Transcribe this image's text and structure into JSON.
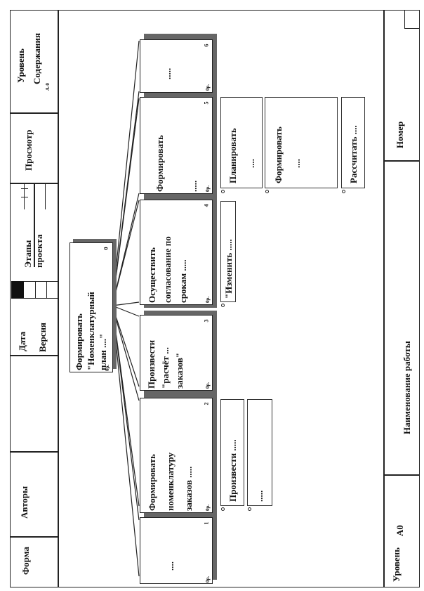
{
  "header": {
    "forma": "Форма",
    "avtory": "Авторы",
    "data": "Дата",
    "versiya": "Версия",
    "etapy": "Этапы проекта",
    "prosmotr": "Просмотр",
    "uroven": "Уровень",
    "soderzhaniya": "Содержания",
    "level_code": "А-0"
  },
  "footer": {
    "uroven": "Уровень",
    "level": "А0",
    "naimenovanie": "Наименование работы",
    "nomer": "Номер"
  },
  "root": {
    "lines": [
      "Формировать",
      "\"Номенклатурный",
      "план ....\""
    ],
    "num": "0",
    "tag": "0р."
  },
  "nodes": [
    {
      "lines": [
        "...."
      ],
      "num": "1",
      "tag": "0р."
    },
    {
      "lines": [
        "Формировать",
        "номенклатуру",
        "заказов ....."
      ],
      "num": "2",
      "tag": "0р."
    },
    {
      "lines": [
        "Произвести",
        "\"расчёт ...",
        "заказов\""
      ],
      "num": "3",
      "tag": "0р."
    },
    {
      "lines": [
        "Осуществить",
        "согласование по",
        "срокам ....."
      ],
      "num": "4",
      "tag": "0р."
    },
    {
      "lines": [
        "Формировать",
        "",
        "....."
      ],
      "num": "5",
      "tag": "0р."
    },
    {
      "lines": [
        "....."
      ],
      "num": "6",
      "tag": "0р."
    }
  ],
  "subtasks": {
    "n2_a": "Произвести .....",
    "n2_b": ".....",
    "n4_a": "\"Изменить .....",
    "n5_a1": "Планировать",
    "n5_a2": "....",
    "n5_b1": "Формировать",
    "n5_b2": "....",
    "n5_c": "Рассчитать ...."
  }
}
